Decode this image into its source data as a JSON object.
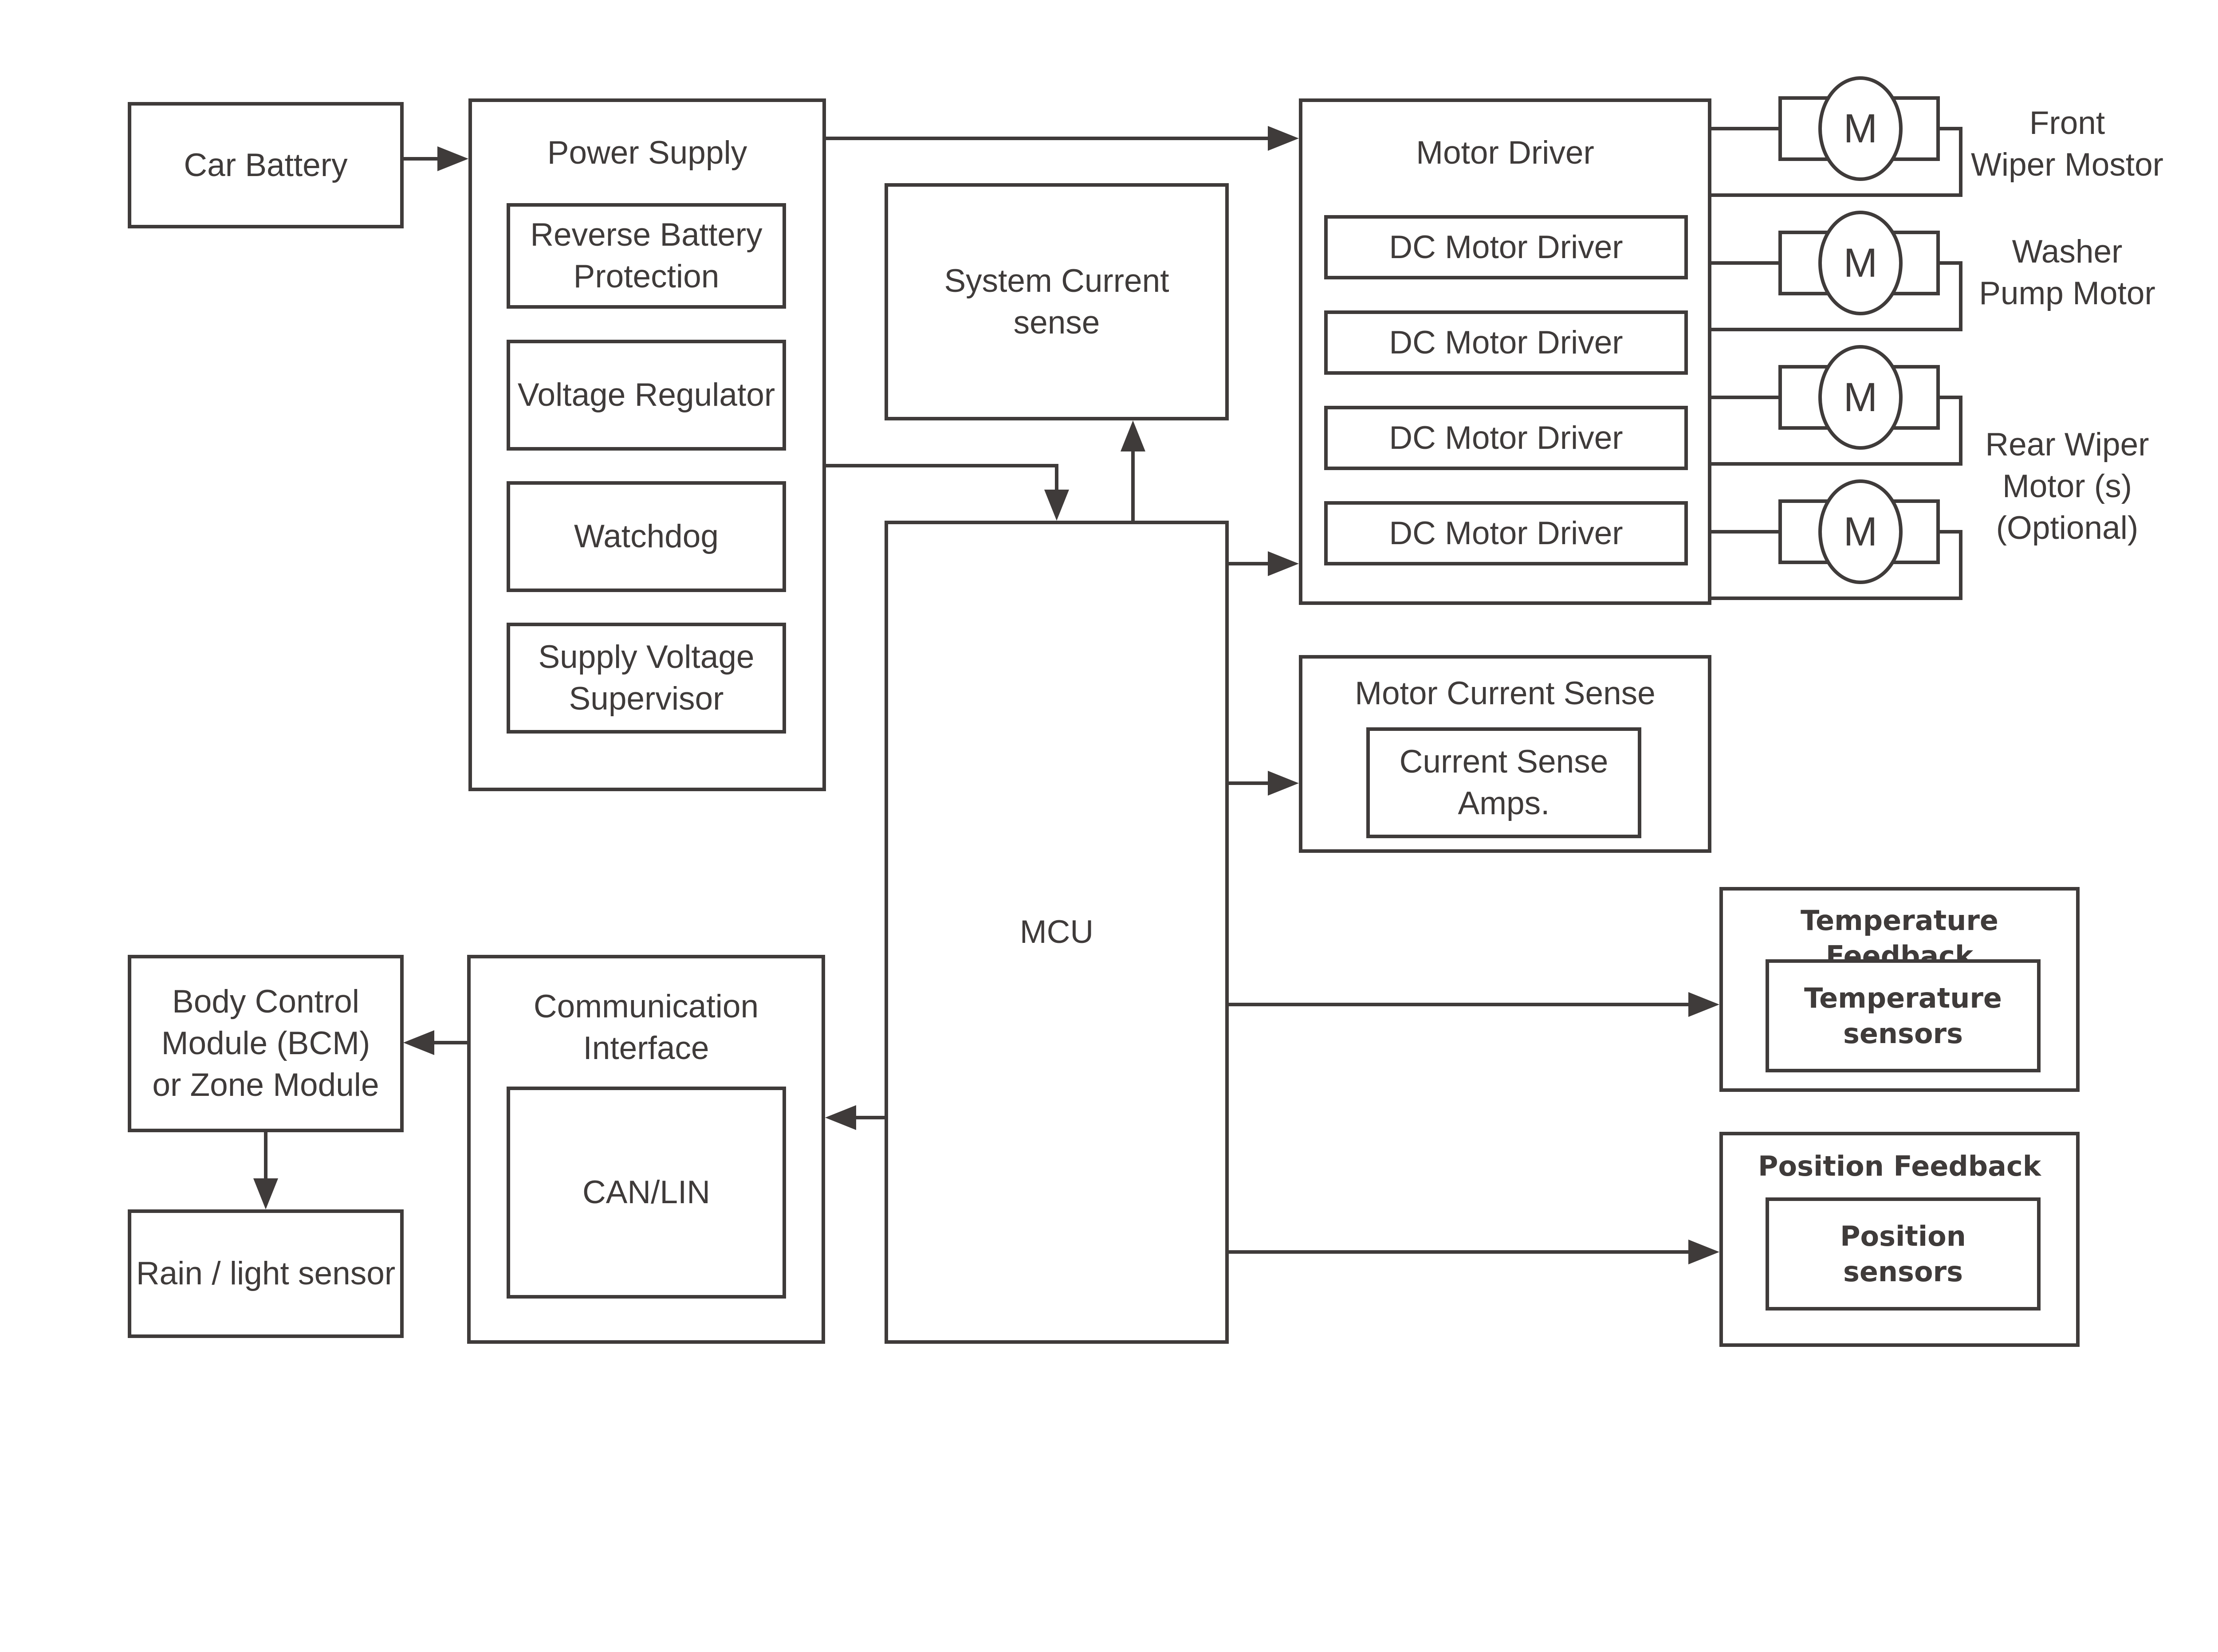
{
  "colors": {
    "ink": "#3f3b3a",
    "background": "#ffffff"
  },
  "blocks": {
    "car_battery": {
      "label": "Car Battery"
    },
    "power_supply": {
      "title": "Power Supply",
      "reverse_battery_lines": [
        "Reverse Battery",
        "Protection"
      ],
      "voltage_regulator": "Voltage Regulator",
      "watchdog": "Watchdog",
      "supply_voltage_lines": [
        "Supply Voltage",
        "Supervisor"
      ]
    },
    "system_current_sense": {
      "lines": [
        "System Current",
        "sense"
      ]
    },
    "mcu": {
      "label": "MCU"
    },
    "motor_driver": {
      "title": "Motor Driver",
      "channels": [
        "DC Motor Driver",
        "DC Motor Driver",
        "DC Motor Driver",
        "DC Motor Driver"
      ]
    },
    "motor_current_sense": {
      "title": "Motor Current Sense",
      "amps_lines": [
        "Current Sense",
        "Amps."
      ]
    },
    "temperature_feedback": {
      "title": "Temperature Feedback",
      "sensor_lines": [
        "Temperature",
        "sensors"
      ]
    },
    "position_feedback": {
      "title": "Position Feedback",
      "sensor_lines": [
        "Position",
        "sensors"
      ]
    },
    "communication_interface": {
      "title_lines": [
        "Communication",
        "Interface"
      ],
      "module": "CAN/LIN"
    },
    "body_control_module": {
      "lines": [
        "Body Control",
        "Module (BCM)",
        "or Zone Module"
      ]
    },
    "rain_light_sensor": {
      "label": "Rain / light sensor"
    }
  },
  "motors": {
    "symbol": "M",
    "front_label_lines": [
      "Front",
      "Wiper Mostor"
    ],
    "washer_label_lines": [
      "Washer",
      "Pump Motor"
    ],
    "rear_label_lines": [
      "Rear Wiper",
      "Motor (s)",
      "(Optional)"
    ]
  }
}
